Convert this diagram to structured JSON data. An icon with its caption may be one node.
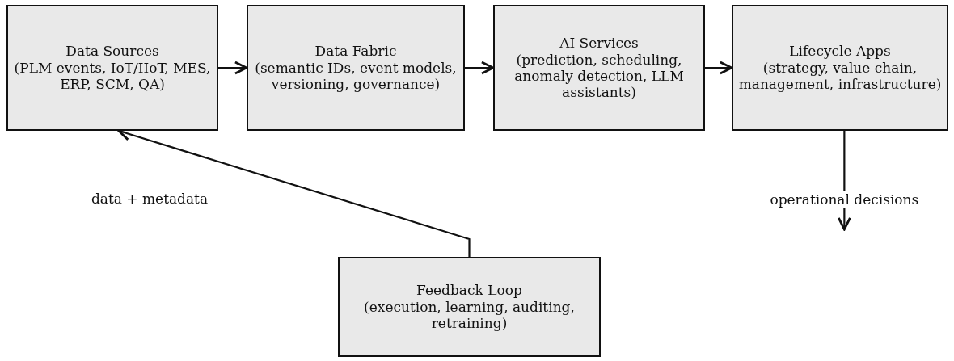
{
  "diagram": {
    "nodes": [
      {
        "text": [
          "Data Sources",
          "(PLM events, IoT/IIoT, MES, ERP, SCM, QA)"
        ]
      },
      {
        "text": [
          "Data Fabric",
          "(semantic IDs, event models, versioning, governance)"
        ]
      },
      {
        "text": [
          "AI Services",
          "(prediction, scheduling, anomaly detection, LLM assistants)"
        ]
      },
      {
        "text": [
          "Lifecycle Apps",
          "(strategy, value chain, management, infrastructure)"
        ]
      },
      {
        "text": [
          "Feedback Loop",
          "(execution, learning, auditing, retraining)"
        ]
      }
    ],
    "edges": [
      {
        "from": 0,
        "to": 1,
        "arrow": "to"
      },
      {
        "from": 1,
        "to": 2,
        "arrow": "to"
      },
      {
        "from": 2,
        "to": 3,
        "arrow": "to"
      },
      {
        "from": 3,
        "to": null,
        "arrow": "to",
        "label": "operational decisions"
      },
      {
        "from": 4,
        "to": 0,
        "arrow": "to",
        "label": "data + metadata"
      }
    ]
  }
}
